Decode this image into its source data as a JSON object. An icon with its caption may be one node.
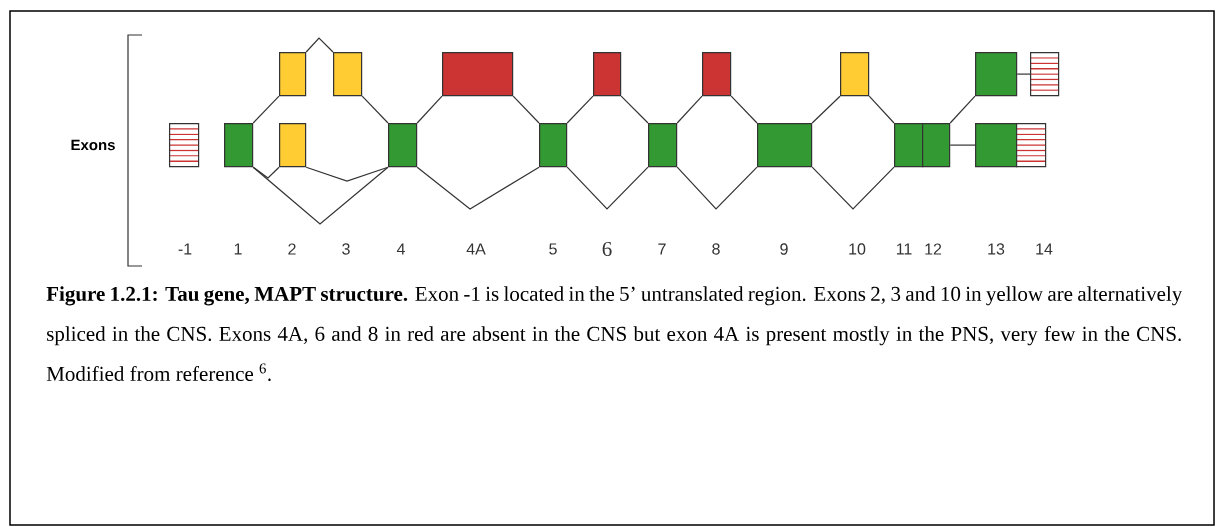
{
  "diagram": {
    "caption": "**Figure 1.2.1: Tau gene, MAPT structure.** Exon -1 is located in the 5’ untranslated region. Exons 2, 3 and 10 in yellow are alternatively spliced in the CNS. Exons 4A, 6 and 8 in red are absent in the CNS but exon 4A is present mostly in the PNS, very few in the CNS. Modified from reference $^{6}$.",
    "nodes": [
      {
        "text": [],
        "shape": "box"
      },
      {
        "text": [],
        "shape": "box"
      },
      {
        "text": [],
        "shape": "box"
      },
      {
        "text": [],
        "shape": "box"
      },
      {
        "text": [],
        "shape": "box"
      },
      {
        "text": [],
        "shape": "box"
      },
      {
        "text": [],
        "shape": "box"
      },
      {
        "text": [],
        "shape": "box"
      },
      {
        "text": [],
        "shape": "box"
      },
      {
        "text": [],
        "shape": "box"
      },
      {
        "text": [],
        "shape": "box"
      },
      {
        "text": [],
        "shape": "box"
      },
      {
        "text": [],
        "shape": "box"
      },
      {
        "text": [],
        "shape": "box"
      },
      {
        "text": [],
        "shape": "box"
      },
      {
        "text": [],
        "shape": "box"
      },
      {
        "text": [],
        "shape": "box"
      },
      {
        "text": [],
        "shape": "box"
      },
      {
        "text": [],
        "shape": "box"
      }
    ],
    "edges": [
      {
        "from": 1,
        "to": 2,
        "arrow": "none"
      },
      {
        "from": 2,
        "to": 4,
        "arrow": "none"
      },
      {
        "from": 4,
        "to": 5,
        "arrow": "none"
      },
      {
        "from": 1,
        "to": 5,
        "arrow": "none"
      },
      {
        "from": 3,
        "to": 5,
        "arrow": "none"
      },
      {
        "from": 1,
        "to": 3,
        "arrow": "none"
      },
      {
        "from": 5,
        "to": 6,
        "arrow": "none"
      },
      {
        "from": 6,
        "to": 7,
        "arrow": "none"
      },
      {
        "from": 5,
        "to": 7,
        "arrow": "none"
      },
      {
        "from": 7,
        "to": 8,
        "arrow": "none"
      },
      {
        "from": 8,
        "to": 9,
        "arrow": "none"
      },
      {
        "from": 7,
        "to": 9,
        "arrow": "none"
      },
      {
        "from": 9,
        "to": 10,
        "arrow": "none"
      },
      {
        "from": 10,
        "to": 11,
        "arrow": "none"
      },
      {
        "from": 9,
        "to": 11,
        "arrow": "none"
      },
      {
        "from": 11,
        "to": 12,
        "arrow": "none"
      },
      {
        "from": 12,
        "to": 13,
        "arrow": "none"
      },
      {
        "from": 11,
        "to": 13,
        "arrow": "none"
      },
      {
        "from": 14,
        "to": 15,
        "arrow": "none"
      },
      {
        "from": 15,
        "to": 18,
        "arrow": "none"
      },
      {
        "from": 14,
        "to": 16,
        "arrow": "none"
      }
    ],
    "labels": [
      "Exons",
      "-1",
      "1",
      "2",
      "3",
      "4",
      "4A",
      "5",
      "6",
      "7",
      "8",
      "9",
      "10",
      "11",
      "12",
      "13",
      "14"
    ]
  }
}
